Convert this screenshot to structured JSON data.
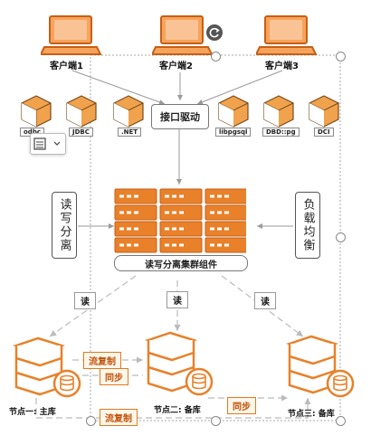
{
  "colors": {
    "orange": "#e8812a",
    "orange_dark": "#c75f14",
    "line": "#9a9a9a"
  },
  "clients": [
    {
      "label": "客户端1"
    },
    {
      "label": "客户端2"
    },
    {
      "label": "客户端3"
    }
  ],
  "interface": {
    "label": "接口驱动"
  },
  "drivers": [
    "odbc",
    "JDBC",
    ".NET",
    "libpgsql",
    "DBD::pg",
    "DCI"
  ],
  "cluster_component": {
    "label": "读写分离集群组件"
  },
  "side_labels": {
    "left": "读写分离",
    "right": "负载均衡"
  },
  "read_labels": [
    "读",
    "读",
    "读"
  ],
  "stream_labels": [
    "流复制",
    "流复制"
  ],
  "sync_labels": [
    "同步",
    "同步"
  ],
  "nodes": [
    {
      "label": "节点一: 主库"
    },
    {
      "label": "节点二: 备库"
    },
    {
      "label": "节点三: 备库"
    }
  ],
  "icons": {
    "rotate": "rotate-icon",
    "toolbar": "align-icon",
    "dropdown": "chevron-down-icon"
  }
}
